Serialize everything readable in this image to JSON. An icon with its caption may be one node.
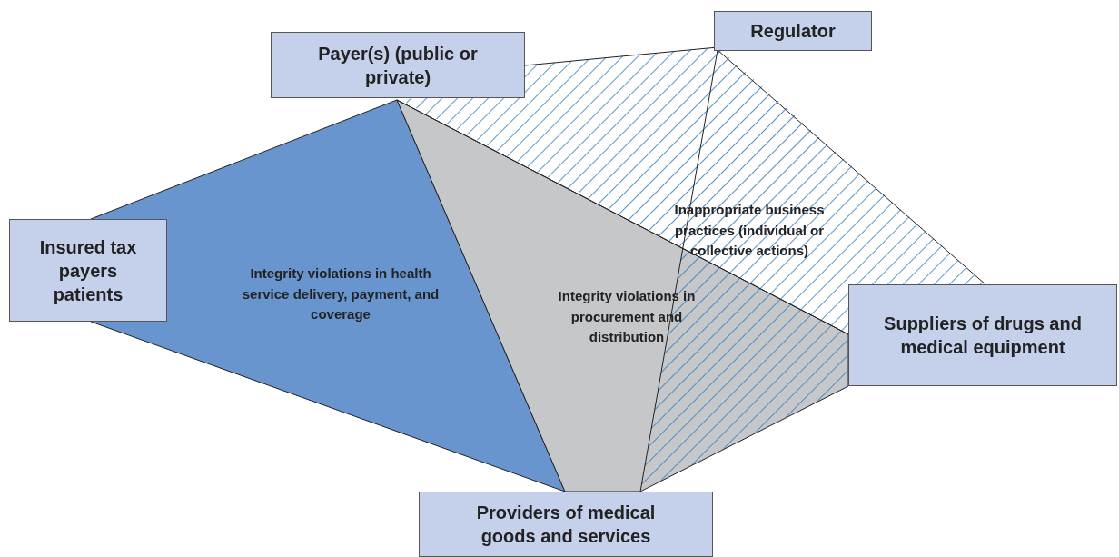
{
  "diagram": {
    "nodes": [
      {
        "text": [
          "Payer(s) (public or private)"
        ]
      },
      {
        "text": [
          "Regulator"
        ]
      },
      {
        "text": [
          "Insured tax payers patients"
        ]
      },
      {
        "text": [
          "Suppliers of drugs and medical equipment"
        ]
      },
      {
        "text": [
          "Providers of medical goods and services"
        ]
      }
    ],
    "edges": [],
    "labels": [
      "Inappropriate business practices (individual or collective actions)",
      "Integrity violations in health service delivery, payment, and coverage",
      "Integrity violations in procurement and distribution"
    ]
  }
}
